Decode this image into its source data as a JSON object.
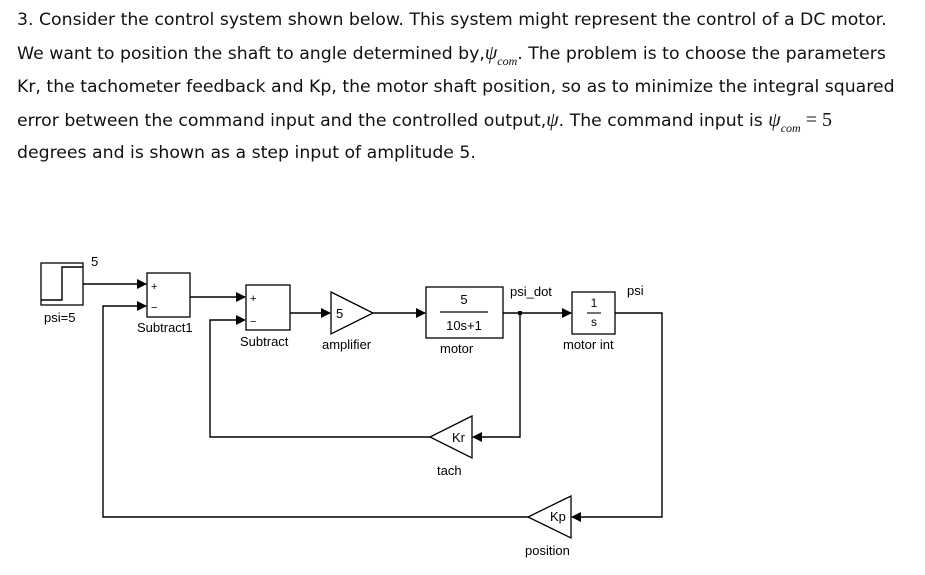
{
  "problem": {
    "line1": "3.  Consider the control system shown below.  This system might represent the control of a DC motor.",
    "line2_a": "We want to position the shaft to angle determined by,",
    "line2_sym": "ψ",
    "line2_sub": "com",
    "line2_b": ".  The problem is to choose the parameters",
    "line3": "Kr, the tachometer feedback and Kp, the motor shaft position, so as to minimize the integral squared",
    "line4_a": "error between the command input and the controlled output,",
    "line4_sym": "ψ",
    "line4_b": ".  The command input is",
    "line4_sym2": "ψ",
    "line4_sub": "com",
    "line4_eq": " = 5",
    "line5": "degrees and is shown as a step input of amplitude 5."
  },
  "diagram": {
    "step": {
      "value_label": "5",
      "name": "psi=5"
    },
    "subtract1": {
      "name": "Subtract1",
      "plus": "+",
      "minus": "−"
    },
    "subtract": {
      "name": "Subtract",
      "plus": "+",
      "minus": "−"
    },
    "amplifier": {
      "gain": "5",
      "name": "amplifier"
    },
    "motor": {
      "numerator": "5",
      "denominator": "10s+1",
      "name": "motor"
    },
    "motor_int": {
      "numerator": "1",
      "denominator": "s",
      "name": "motor int"
    },
    "signals": {
      "psi_dot": "psi_dot",
      "psi": "psi"
    },
    "tach": {
      "gain": "Kr",
      "name": "tach"
    },
    "position": {
      "gain": "Kp",
      "name": "position"
    }
  }
}
